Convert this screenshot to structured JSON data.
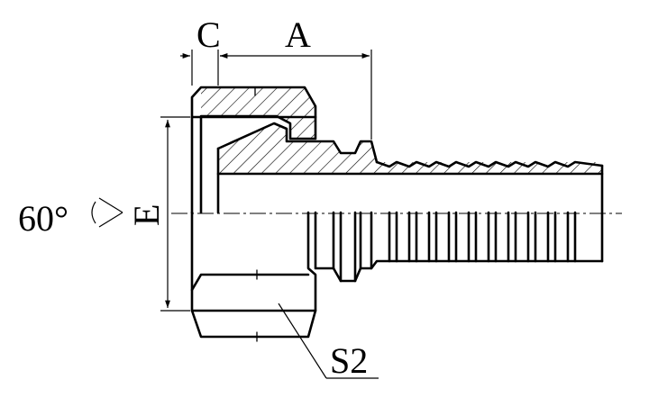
{
  "dimensions": {
    "c_label": "C",
    "a_label": "A",
    "e_label": "E",
    "angle_label": "60°",
    "hex_label": "S2"
  }
}
